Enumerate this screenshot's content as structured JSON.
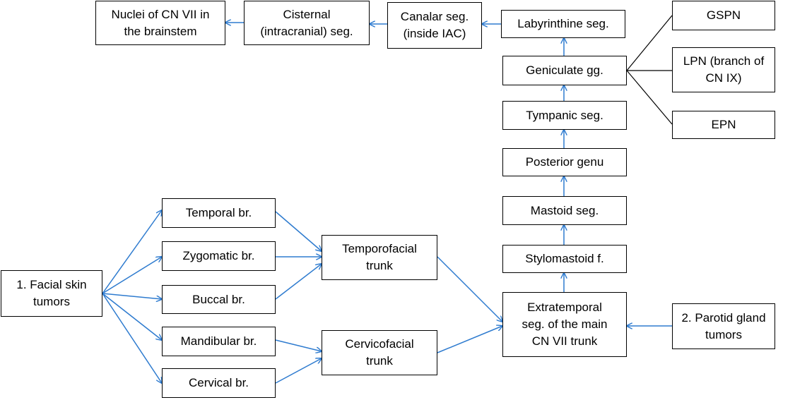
{
  "colors": {
    "arrow": "#2e7bcf",
    "line": "#000000",
    "box_border": "#000000",
    "text": "#000000"
  },
  "nodes": {
    "nuclei": "Nuclei of CN VII in\nthe brainstem",
    "cisternal": "Cisternal\n(intracranial) seg.",
    "canalar": "Canalar seg.\n(inside IAC)",
    "labyrinthine": "Labyrinthine seg.",
    "gspn": "GSPN",
    "geniculate": "Geniculate gg.",
    "lpn": "LPN (branch of\nCN IX)",
    "tympanic": "Tympanic seg.",
    "epn": "EPN",
    "posterior_genu": "Posterior genu",
    "mastoid": "Mastoid seg.",
    "stylomastoid": "Stylomastoid f.",
    "extratemporal": "Extratemporal\nseg. of the main\nCN VII trunk",
    "parotid": "2. Parotid gland\ntumors",
    "facial_skin": "1. Facial skin\ntumors",
    "temporal": "Temporal br.",
    "zygomatic": "Zygomatic br.",
    "buccal": "Buccal br.",
    "mandibular": "Mandibular br.",
    "cervical": "Cervical br.",
    "temporofacial": "Temporofacial\ntrunk",
    "cervicofacial": "Cervicofacial\ntrunk"
  }
}
